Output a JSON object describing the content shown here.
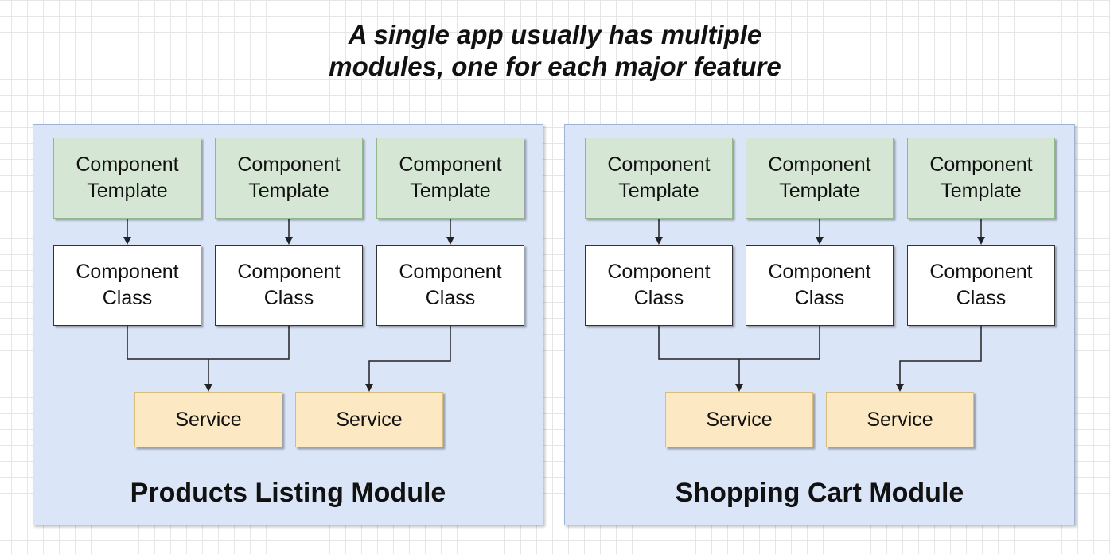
{
  "title": {
    "line1": "A single app usually has multiple",
    "line2": "modules, one for each major feature"
  },
  "modules": [
    {
      "label": "Products Listing Module",
      "templates": [
        "Component\nTemplate",
        "Component\nTemplate",
        "Component\nTemplate"
      ],
      "classes": [
        "Component\nClass",
        "Component\nClass",
        "Component\nClass"
      ],
      "services": [
        "Service",
        "Service"
      ]
    },
    {
      "label": "Shopping Cart Module",
      "templates": [
        "Component\nTemplate",
        "Component\nTemplate",
        "Component\nTemplate"
      ],
      "classes": [
        "Component\nClass",
        "Component\nClass",
        "Component\nClass"
      ],
      "services": [
        "Service",
        "Service"
      ]
    }
  ],
  "colors": {
    "module_fill": "#dae5f7",
    "template_fill": "#d5e7d4",
    "class_fill": "#ffffff",
    "service_fill": "#fce8c2",
    "connector": "#222222"
  }
}
